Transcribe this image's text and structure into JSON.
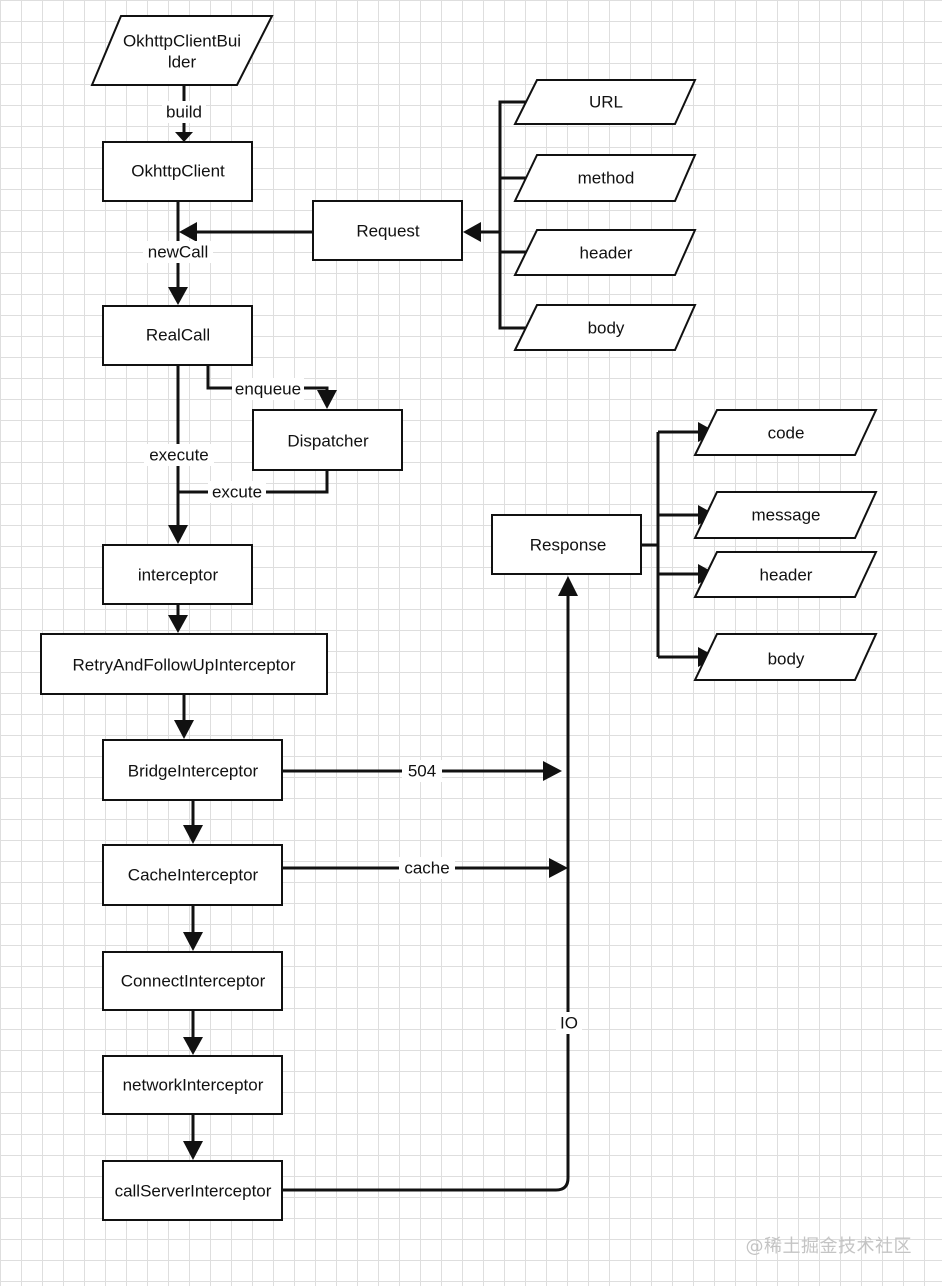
{
  "nodes": {
    "builder": {
      "line1": "OkhttpClientBui",
      "line2": "lder"
    },
    "client": "OkhttpClient",
    "request": "Request",
    "url": "URL",
    "method": "method",
    "req_header": "header",
    "req_body": "body",
    "realcall": "RealCall",
    "dispatcher": "Dispatcher",
    "interceptor": "interceptor",
    "retry": "RetryAndFollowUpInterceptor",
    "bridge": "BridgeInterceptor",
    "cache": "CacheInterceptor",
    "connect": "ConnectInterceptor",
    "network": "networkInterceptor",
    "callserver": "callServerInterceptor",
    "response": "Response",
    "code": "code",
    "message": "message",
    "resp_header": "header",
    "resp_body": "body"
  },
  "edges": {
    "build": "build",
    "newcall": "newCall",
    "enqueue": "enqueue",
    "execute": "execute",
    "excute": "excute",
    "e504": "504",
    "cache": "cache",
    "io": "IO"
  },
  "watermark": "@稀土掘金技术社区"
}
